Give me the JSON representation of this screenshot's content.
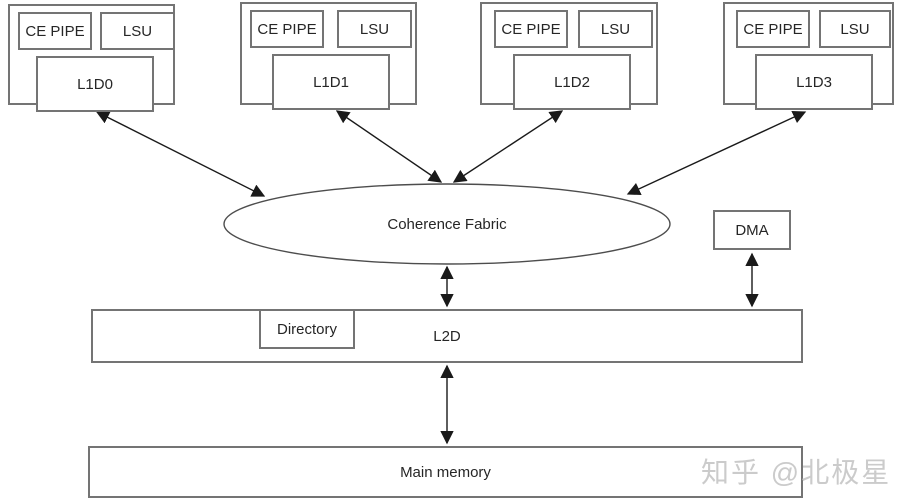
{
  "diagram": {
    "cores": [
      {
        "ce_pipe": "CE PIPE",
        "lsu": "LSU",
        "l1d": "L1D0"
      },
      {
        "ce_pipe": "CE PIPE",
        "lsu": "LSU",
        "l1d": "L1D1"
      },
      {
        "ce_pipe": "CE PIPE",
        "lsu": "LSU",
        "l1d": "L1D2"
      },
      {
        "ce_pipe": "CE PIPE",
        "lsu": "LSU",
        "l1d": "L1D3"
      }
    ],
    "fabric_label": "Coherence Fabric",
    "dma_label": "DMA",
    "directory_label": "Directory",
    "l2d_label": "L2D",
    "main_memory_label": "Main memory",
    "watermark": "知乎 @北极星",
    "colors": {
      "background": "#ffffff",
      "box_border": "#747474",
      "line": "#1a1a1a",
      "text": "#262626",
      "watermark": "#cbcbcb"
    }
  }
}
